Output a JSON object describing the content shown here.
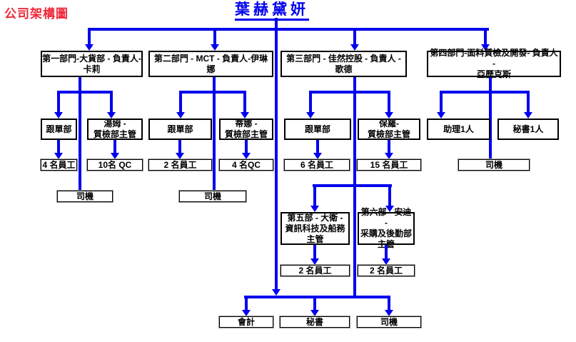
{
  "page": {
    "label": "公司架構圖",
    "title": "葉赫黛妍"
  },
  "colors": {
    "connector_blue": "#0000EE",
    "title_blue": "#0000EE",
    "label_red": "#ED2939",
    "box_border": "#000000",
    "box_background": "#FFFFFF"
  },
  "nodes": {
    "dept1": [
      "第一部門-大貨部 - 負責人-",
      "卡莉"
    ],
    "dept2": [
      "第二部門 - MCT - 負責人-伊琳娜"
    ],
    "dept3": [
      "第三部門 - 佳然控股 - 負責人 - 歌德"
    ],
    "dept4": [
      "第四部門-面料質檢及開發- 負責人 -",
      "亞歷克斯"
    ],
    "d1_follow": [
      "跟單部"
    ],
    "d1_qc_head": [
      "湯姆 -",
      "質檢部主管"
    ],
    "d1_follow_count": [
      "4 名員工"
    ],
    "d1_qc_count": [
      "10名 QC"
    ],
    "d1_driver": [
      "司機"
    ],
    "d2_follow": [
      "跟單部"
    ],
    "d2_qc_head": [
      "蒂娜 -",
      "質檢部主管"
    ],
    "d2_follow_count": [
      "2 名員工"
    ],
    "d2_qc_count": [
      "4 名QC"
    ],
    "d2_driver": [
      "司機"
    ],
    "d3_follow": [
      "跟單部"
    ],
    "d3_qc_head": [
      "保羅-",
      "質檢部主管"
    ],
    "d3_follow_count": [
      "6 名員工"
    ],
    "d3_qc_count": [
      "15 名員工"
    ],
    "dept5": [
      "第五部 - 大衛 -",
      "資訊科技及船務",
      "主管"
    ],
    "dept5_count": [
      "2 名員工"
    ],
    "dept6": [
      "第六部 - 安迪 -",
      "采購及後勤部",
      "主管"
    ],
    "dept6_count": [
      "2 名員工"
    ],
    "d4_assistant": [
      "助理1人"
    ],
    "d4_secretary": [
      "秘書1人"
    ],
    "d4_driver": [
      "司機"
    ],
    "hq_accounting": [
      "會計"
    ],
    "hq_secretary": [
      "秘書"
    ],
    "hq_driver": [
      "司機"
    ]
  }
}
